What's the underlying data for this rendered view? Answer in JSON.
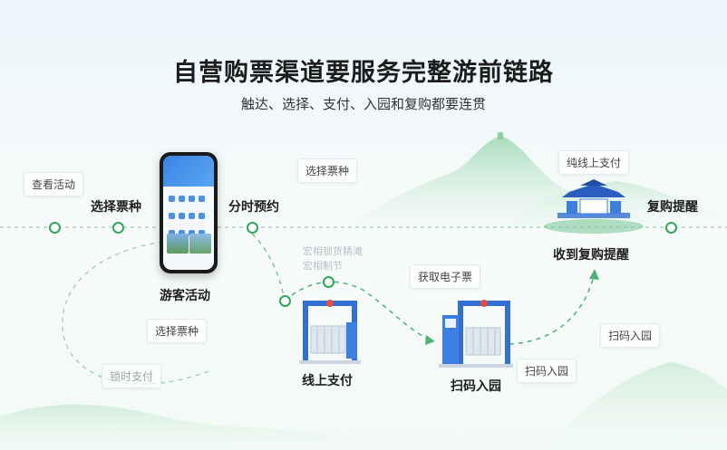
{
  "header": {
    "title": "自营购票渠道要服务完整游前链路",
    "subtitle": "触达、选择、支付、入园和复购都要连贯"
  },
  "steps": {
    "view_activity": "查看活动",
    "select_ticket_type": "选择票种",
    "time_slot_booking": "分时预约",
    "visitor_activity": "游客活动",
    "online_payment": "线上支付",
    "scan_entry": "扫码入园",
    "receive_repurchase_reminder": "收到复购提醒",
    "repurchase_reminder": "复购提醒"
  },
  "chips": {
    "select_ticket_top": "选择票种",
    "offline_payment": "纯线上支付",
    "get_e_ticket": "获取电子票",
    "select_ticket_low": "选择票种",
    "lock_time_payment": "锁时支付",
    "scan_entry_right": "扫码入园",
    "scan_entry_low": "扫码入园"
  },
  "faint": {
    "line1": "宏相锁货精滩",
    "line2": "宏相制节"
  },
  "colors": {
    "accent_green": "#2da85e",
    "gate_blue": "#2f6fd6",
    "mountain_green": "#bfe5cc"
  }
}
